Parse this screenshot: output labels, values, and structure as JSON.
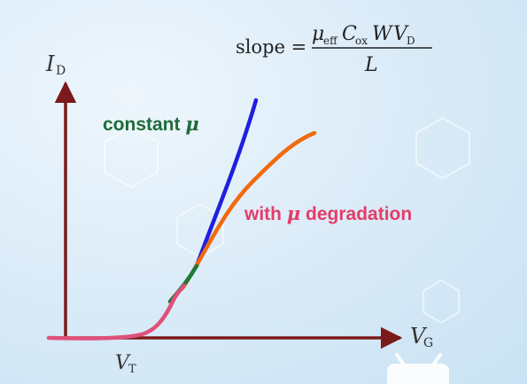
{
  "formula": {
    "lhs": "slope =",
    "num_mu": "μ",
    "num_mu_sub": "eff",
    "num_C": "C",
    "num_C_sub": "ox",
    "num_W": "W",
    "num_V": "V",
    "num_V_sub": "D",
    "den": "L"
  },
  "axes": {
    "y_main": "I",
    "y_sub": "D",
    "x_main": "V",
    "x_sub": "G",
    "vt_main": "V",
    "vt_sub": "T"
  },
  "labels": {
    "constant_prefix": "constant ",
    "constant_mu": "μ",
    "degradation_prefix": "with ",
    "degradation_mu": "μ",
    "degradation_suffix": " degradation"
  },
  "colors": {
    "axis": "#7a1a1a",
    "constant_curve": "#1f1fe0",
    "degraded_curve": "#f26a0c",
    "subthreshold_curve": "#e0507a",
    "transition_curve": "#1d7a3a",
    "constant_label": "#1e6b3a",
    "degradation_label": "#e33d6a"
  },
  "icons": {
    "watermark": "robot-mascot-icon"
  }
}
